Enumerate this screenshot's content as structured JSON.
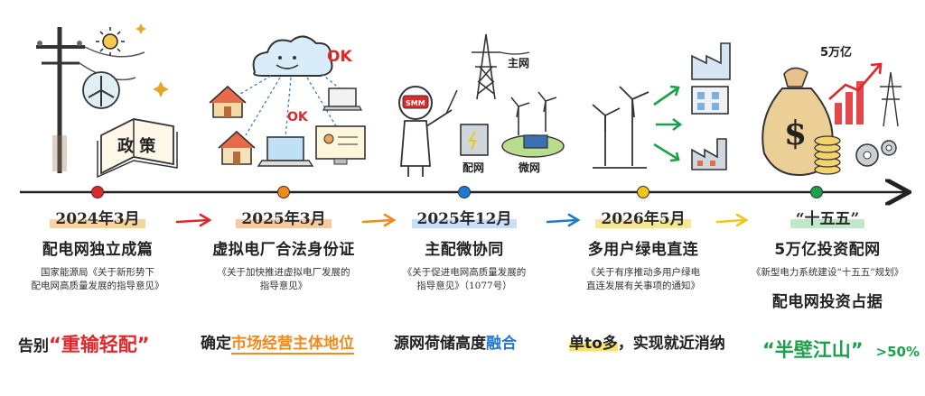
{
  "timeline": [
    {
      "date": "2024年3月",
      "title": "配电网独立成篇",
      "doc_lines": [
        "国家能源局《关于新形势下",
        "配电网高质量发展的指导意见》"
      ],
      "slogan_prefix": "告别",
      "slogan_highlight": "“重输轻配”",
      "dot_color": "#e0282a"
    },
    {
      "date": "2025年3月",
      "title": "虚拟电厂合法身份证",
      "doc_lines": [
        "《关于加快推进虚拟电厂发展的",
        "指导意见》"
      ],
      "slogan_prefix": "确定",
      "slogan_highlight": "市场经营主体地位",
      "dot_color": "#f08a1c"
    },
    {
      "date": "2025年12月",
      "title": "主配微协同",
      "doc_lines": [
        "《关于促进电网高质量发展的",
        "指导意见》（1077号）"
      ],
      "slogan_prefix": "源网荷储高度",
      "slogan_highlight": "融合",
      "dot_color": "#1e78d6"
    },
    {
      "date": "2026年5月",
      "title": "多用户绿电直连",
      "doc_lines": [
        "《关于有序推动多用户绿电",
        "直连发展有关事项的通知》"
      ],
      "slogan_prefix": "单to多",
      "slogan_highlight": "，实现就近消纳",
      "dot_color": "#f0c419"
    },
    {
      "date": "“十五五”",
      "title": "5万亿投资配网",
      "doc_lines": [
        "《新型电力系统建设“十五五”规划》"
      ],
      "slogan_line1": "配电网投资占据",
      "slogan_highlight": "“半壁江山”",
      "slogan_suffix": ">50%",
      "dot_color": "#1aa24a"
    }
  ],
  "illustration_labels": {
    "policy_book": "政 策",
    "ok1": "OK",
    "ok2": "OK",
    "smm_badge": "SMM",
    "main_grid": "主网",
    "distribution_grid": "配网",
    "micro_grid": "微网",
    "investment": "5万亿",
    "dollar": "$"
  },
  "colors": {
    "red": "#e0282a",
    "orange": "#f08a1c",
    "blue": "#1e78d6",
    "yellow": "#f0c419",
    "green": "#1aa24a"
  }
}
